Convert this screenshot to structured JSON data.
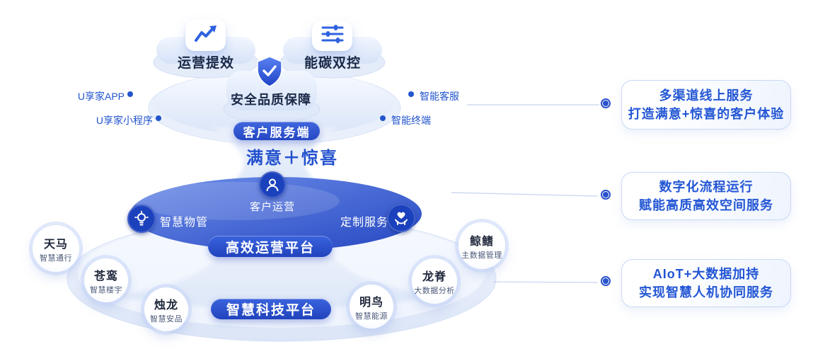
{
  "diagram": {
    "top": {
      "capability_pills": [
        {
          "label": "运营提效",
          "icon": "line-chart-icon"
        },
        {
          "label": "能碳双控",
          "icon": "sliders-icon"
        }
      ],
      "shield_label": "安全品质保障",
      "tier_label": "客户服务端",
      "headline": "满意＋惊喜",
      "left_endpoints": [
        {
          "label": "U享家APP"
        },
        {
          "label": "U享家小程序"
        }
      ],
      "right_endpoints": [
        {
          "label": "智能客服"
        },
        {
          "label": "智能终端"
        }
      ]
    },
    "middle": {
      "center": {
        "label": "客户运营",
        "icon": "user-icon"
      },
      "left": {
        "label": "智慧物管",
        "icon": "bulb-icon"
      },
      "right": {
        "label": "定制服务",
        "icon": "heart-hands-icon"
      },
      "tier_label": "高效运营平台"
    },
    "bottom": {
      "products": [
        {
          "name": "天马",
          "desc": "智慧通行"
        },
        {
          "name": "苍鸾",
          "desc": "智慧楼宇"
        },
        {
          "name": "烛龙",
          "desc": "智慧安品"
        },
        {
          "name": "明鸟",
          "desc": "智慧能源"
        },
        {
          "name": "龙脊",
          "desc": "大数据分析"
        },
        {
          "name": "鲸鳍",
          "desc": "主数据管理"
        }
      ],
      "tier_label": "智慧科技平台"
    },
    "callouts": [
      {
        "line1": "多渠道线上服务",
        "line2": "打造满意+惊喜的客户体验"
      },
      {
        "line1": "数字化流程运行",
        "line2": "赋能高质高效空间服务"
      },
      {
        "line1": "AIoT+大数据加持",
        "line2": "实现智慧人机协同服务"
      }
    ],
    "colors": {
      "accent_blue": "#2455d4",
      "deep_blue": "#1b41bd",
      "ellipse_blue_light": "#6e8ee9",
      "ellipse_blue_dark": "#2648c2",
      "text_dark": "#1b2947",
      "connector_line": "#c7d3ef",
      "platform_light": "#e3eafa"
    }
  }
}
